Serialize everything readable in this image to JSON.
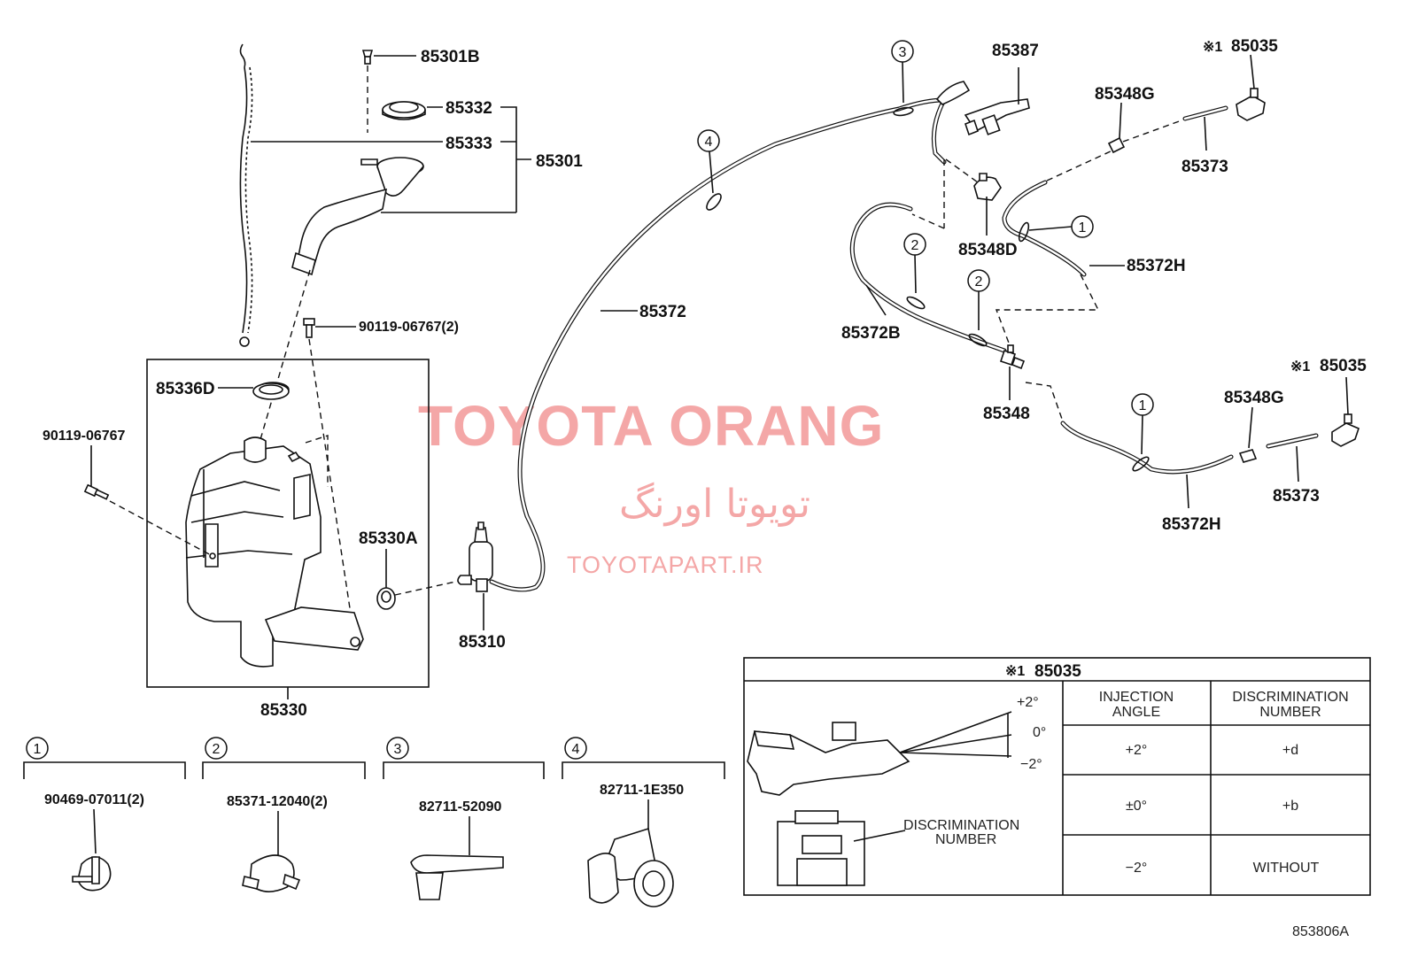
{
  "watermark": {
    "brand": "TOYOTA ORANG",
    "brand_fa": "تویوتا اورنگ",
    "site": "TOYOTAPART.IR"
  },
  "parts": {
    "p85301B": "85301B",
    "p85332": "85332",
    "p85333": "85333",
    "p85301": "85301",
    "p90119_06767_2": "90119-06767(2)",
    "p85336D": "85336D",
    "p90119_06767": "90119-06767",
    "p85330A": "85330A",
    "p85310": "85310",
    "p85330": "85330",
    "p85372": "85372",
    "p85387": "85387",
    "p85035_top": "85035",
    "p85348G_top": "85348G",
    "p85373_top": "85373",
    "p85348D": "85348D",
    "p85372H_top": "85372H",
    "p85372B": "85372B",
    "p85348": "85348",
    "p85035_mid": "85035",
    "p85348G_mid": "85348G",
    "p85373_mid": "85373",
    "p85372H_mid": "85372H"
  },
  "ref_mark": "※1",
  "callouts": {
    "c1a": "1",
    "c1b": "1",
    "c2a": "2",
    "c2b": "2",
    "c3": "3",
    "c4": "4"
  },
  "clips": [
    {
      "num": "1",
      "part": "90469-07011(2)"
    },
    {
      "num": "2",
      "part": "85371-12040(2)"
    },
    {
      "num": "3",
      "part": "82711-52090"
    },
    {
      "num": "4",
      "part": "82711-1E350"
    }
  ],
  "nozzle_table": {
    "title_mark": "※1",
    "title_part": "85035",
    "angles": {
      "plus": "+2°",
      "zero": "0°",
      "minus": "−2°"
    },
    "disc_label_1": "DISCRIMINATION",
    "disc_label_2": "NUMBER",
    "col1_line1": "INJECTION",
    "col1_line2": "ANGLE",
    "col2_line1": "DISCRIMINATION",
    "col2_line2": "NUMBER",
    "rows": [
      {
        "angle": "+2°",
        "number": "+d"
      },
      {
        "angle": "±0°",
        "number": "+b"
      },
      {
        "angle": "−2°",
        "number": "WITHOUT"
      }
    ]
  },
  "figure_code": "853806A"
}
